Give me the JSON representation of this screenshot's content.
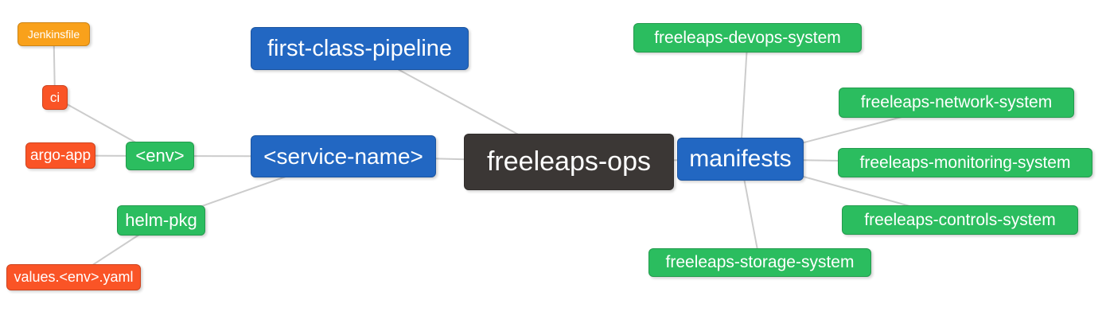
{
  "diagram": {
    "type": "mind-map",
    "root_label": "freeleaps-ops",
    "palette": {
      "blue": "#2267C2",
      "green": "#2BBD5F",
      "orange": "#F9A11B",
      "red": "#FA5426",
      "dark": "#3B3735",
      "edge": "#CCCCCC",
      "text": "#FFFFFF",
      "background": "#FFFFFF"
    },
    "nodes": [
      {
        "id": "jenkinsfile",
        "label": "Jenkinsfile",
        "color": "orange"
      },
      {
        "id": "ci",
        "label": "ci",
        "color": "red"
      },
      {
        "id": "argo-app",
        "label": "argo-app",
        "color": "red"
      },
      {
        "id": "env",
        "label": "<env>",
        "color": "green"
      },
      {
        "id": "helm-pkg",
        "label": "helm-pkg",
        "color": "green"
      },
      {
        "id": "values-env-yaml",
        "label": "values.<env>.yaml",
        "color": "red"
      },
      {
        "id": "first-class-pipeline",
        "label": "first-class-pipeline",
        "color": "blue"
      },
      {
        "id": "service-name",
        "label": "<service-name>",
        "color": "blue"
      },
      {
        "id": "freeleaps-ops",
        "label": "freeleaps-ops",
        "color": "dark"
      },
      {
        "id": "manifests",
        "label": "manifests",
        "color": "blue"
      },
      {
        "id": "freeleaps-devops-system",
        "label": "freeleaps-devops-system",
        "color": "green"
      },
      {
        "id": "freeleaps-network-system",
        "label": "freeleaps-network-system",
        "color": "green"
      },
      {
        "id": "freeleaps-monitoring-system",
        "label": "freeleaps-monitoring-system",
        "color": "green"
      },
      {
        "id": "freeleaps-controls-system",
        "label": "freeleaps-controls-system",
        "color": "green"
      },
      {
        "id": "freeleaps-storage-system",
        "label": "freeleaps-storage-system",
        "color": "green"
      }
    ],
    "edges": [
      [
        "jenkinsfile",
        "ci"
      ],
      [
        "ci",
        "env"
      ],
      [
        "argo-app",
        "env"
      ],
      [
        "env",
        "service-name"
      ],
      [
        "helm-pkg",
        "service-name"
      ],
      [
        "values-env-yaml",
        "helm-pkg"
      ],
      [
        "service-name",
        "freeleaps-ops"
      ],
      [
        "first-class-pipeline",
        "freeleaps-ops"
      ],
      [
        "freeleaps-ops",
        "manifests"
      ],
      [
        "manifests",
        "freeleaps-devops-system"
      ],
      [
        "manifests",
        "freeleaps-network-system"
      ],
      [
        "manifests",
        "freeleaps-monitoring-system"
      ],
      [
        "manifests",
        "freeleaps-controls-system"
      ],
      [
        "manifests",
        "freeleaps-storage-system"
      ]
    ]
  }
}
